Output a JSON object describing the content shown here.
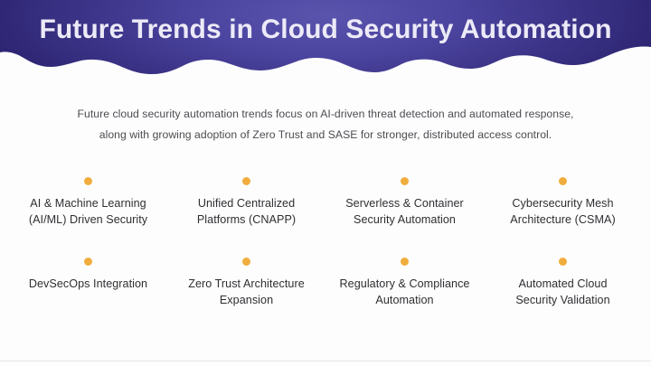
{
  "header": {
    "title": "Future Trends in Cloud Security Automation",
    "background_start": "#5b54ad",
    "background_end": "#272061",
    "title_color": "#eceaf7"
  },
  "subtitle": {
    "line1": "Future cloud security automation trends focus on AI-driven threat detection and automated response,",
    "line2": "along with growing adoption of Zero Trust and SASE for stronger, distributed access control."
  },
  "accent_color": "#f0ad3e",
  "trends": [
    {
      "label_line1": "AI & Machine Learning",
      "label_line2": "(AI/ML) Driven Security"
    },
    {
      "label_line1": "Unified Centralized",
      "label_line2": "Platforms (CNAPP)"
    },
    {
      "label_line1": "Serverless & Container",
      "label_line2": "Security Automation"
    },
    {
      "label_line1": "Cybersecurity Mesh",
      "label_line2": "Architecture (CSMA)"
    },
    {
      "label_line1": "DevSecOps Integration",
      "label_line2": ""
    },
    {
      "label_line1": "Zero Trust Architecture",
      "label_line2": "Expansion"
    },
    {
      "label_line1": "Regulatory & Compliance",
      "label_line2": "Automation"
    },
    {
      "label_line1": "Automated Cloud",
      "label_line2": "Security Validation"
    }
  ]
}
